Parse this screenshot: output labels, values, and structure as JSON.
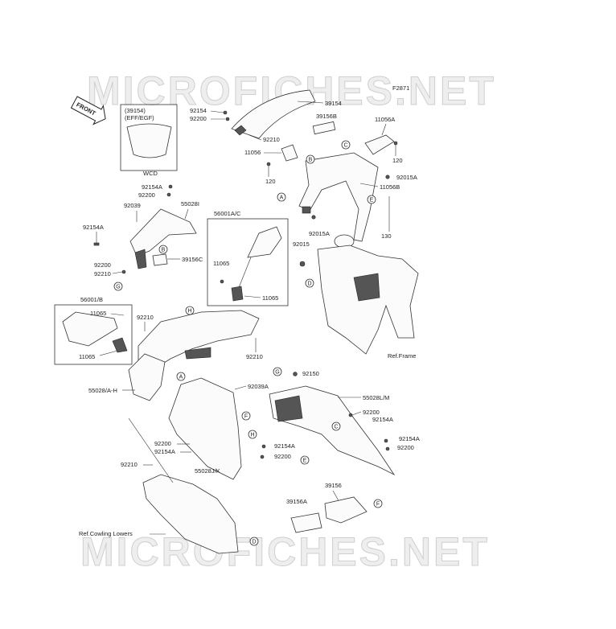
{
  "watermark": "MICROFICHES.NET",
  "figure_code": "F2871",
  "front_label": "FRONT",
  "inset": {
    "part": "(39154)",
    "variant": "(EFF/EGF)",
    "caption": "WCD"
  },
  "labels": {
    "p39154": "39154",
    "p39156B": "39156B",
    "p92154_top": "92154",
    "p92200_top": "92200",
    "p92210_top": "92210",
    "p11056": "11056",
    "p120_a": "120",
    "p11056A": "11056A",
    "p120_b": "120",
    "p92015A_a": "92015A",
    "p11056B": "11056B",
    "p130": "130",
    "p92015A_b": "92015A",
    "p92015": "92015",
    "p92154A_a": "92154A",
    "p92200_a": "92200",
    "p92039": "92039",
    "p55028I": "55028I",
    "p92154A_b": "92154A",
    "p39156C": "39156C",
    "p92200_b": "92200",
    "p92210_b": "92210",
    "p56001AC": "56001A/C",
    "p11065_a": "11065",
    "p11065_b": "11065",
    "p56001B": "56001/B",
    "p11065_c": "11065",
    "p92210_c": "92210",
    "p11065_d": "11065",
    "p92210_d": "92210",
    "p55028AH": "55028/A-H",
    "p92150": "92150",
    "p92039A": "92039A",
    "p55028LM": "55028L/M",
    "p92200_c": "92200",
    "p92154A_c": "92154A",
    "p92154A_d": "92154A",
    "p92200_d": "92200",
    "p92154A_e": "92154A",
    "p92200_e": "92200",
    "p92200_f": "92200",
    "p92154A_f": "92154A",
    "p92210_e": "92210",
    "p55028JK": "55028J/K",
    "p39156": "39156",
    "p39156A": "39156A",
    "ref_frame": "Ref.Frame",
    "ref_cowling": "Ref.Cowling Lowers"
  },
  "callouts": {
    "a1": "A",
    "a2": "A",
    "b1": "B",
    "b2": "B",
    "c1": "C",
    "c2": "C",
    "d1": "D",
    "d2": "D",
    "e1": "E",
    "e2": "E",
    "f1": "F",
    "f2": "F",
    "g1": "G",
    "g2": "G",
    "h1": "H",
    "h2": "H"
  }
}
